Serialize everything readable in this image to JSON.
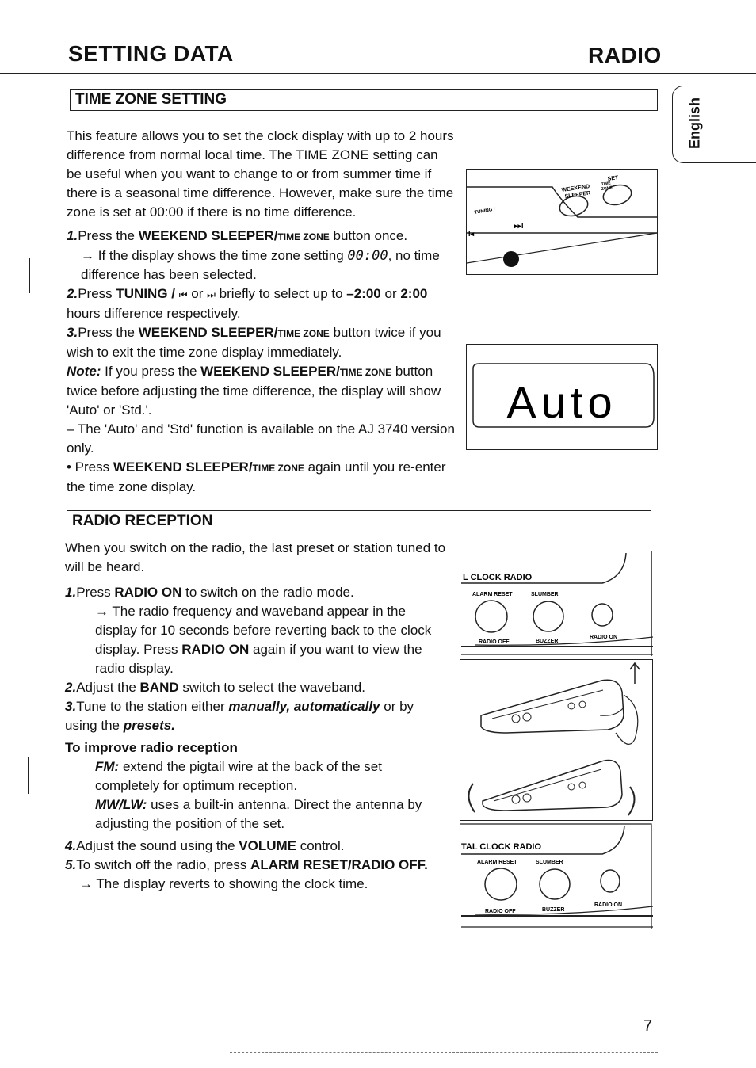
{
  "header": {
    "left": "SETTING DATA",
    "right": "RADIO"
  },
  "side_tab": {
    "label": "English"
  },
  "page_number": "7",
  "time_zone": {
    "title": "TIME ZONE SETTING",
    "intro": "This feature allows you to set the clock display with up to 2 hours difference from normal local time. The TIME ZONE setting can be useful when you want to change to or from summer time if there is a seasonal time difference. However, make sure the time zone is set at 00:00 if there is no time difference.",
    "s1_num": "1.",
    "s1_pre": "Press the ",
    "s1_key": "WEEKEND SLEEPER/",
    "s1_key_sc": "TIME ZONE",
    "s1_post": " button once.",
    "s1_res_pre": "→ If the display shows the time zone setting ",
    "s1_res_code": "00:00",
    "s1_res_post": ", no time difference has been selected.",
    "s2_num": "2.",
    "s2_pre": "Press ",
    "s2_key": "TUNING / ",
    "s2_prev": "⏮",
    "s2_or": " or ",
    "s2_next": "⏭",
    "s2_mid": " briefly to select up to ",
    "s2_v1": "–2:00",
    "s2_or2": " or ",
    "s2_v2": "2:00",
    "s2_post": " hours difference respectively.",
    "s3_num": "3.",
    "s3_pre": "Press the ",
    "s3_key": "WEEKEND SLEEPER/",
    "s3_key_sc": "TIME ZONE",
    "s3_post": " button twice if you wish to exit the time zone display immediately.",
    "note_label": "Note:",
    "note_pre": " If you press the ",
    "note_key": "WEEKEND SLEEPER/",
    "note_key_sc": "TIME ZONE",
    "note_post": " button twice before adjusting the time difference, the display will show 'Auto' or 'Std.'.",
    "dash_text": "– The 'Auto' and 'Std' function is available on the AJ 3740 version only.",
    "bullet_pre": "• Press ",
    "bullet_key": "WEEKEND SLEEPER/",
    "bullet_key_sc": "TIME ZONE",
    "bullet_post": " again until you re-enter the time zone display."
  },
  "radio": {
    "title": "RADIO RECEPTION",
    "intro": "When you switch on the radio, the last preset or station tuned to will be heard.",
    "s1_num": "1.",
    "s1_pre": "Press ",
    "s1_key": "RADIO ON",
    "s1_post": " to switch on the radio mode.",
    "s1_res_a": "→ The radio frequency and waveband appear in the display for 10 seconds before reverting back to the clock display. Press ",
    "s1_res_key": "RADIO ON",
    "s1_res_b": " again if you want to view the radio display.",
    "s2_num": "2.",
    "s2_pre": "Adjust the ",
    "s2_key": "BAND",
    "s2_post": " switch to select the waveband.",
    "s3_num": "3.",
    "s3_pre": "Tune to the station either ",
    "s3_em": "manually, automatically",
    "s3_mid": " or by using the ",
    "s3_em2": "presets.",
    "improve_title": "To improve radio reception",
    "fm_label": "FM:",
    "fm_text": " extend the pigtail wire at the back of the set completely for optimum reception.",
    "mw_label": "MW/LW:",
    "mw_text": " uses a built-in antenna. Direct the antenna by adjusting the position of the set.",
    "s4_num": "4.",
    "s4_pre": "Adjust the sound using the ",
    "s4_key": "VOLUME",
    "s4_post": " control.",
    "s5_num": "5.",
    "s5_pre": "To switch off the radio, press ",
    "s5_key": "ALARM RESET/RADIO OFF.",
    "s5_res": "→ The display reverts to showing the clock time."
  },
  "fig1": {
    "weekend": "WEEKEND",
    "sleeper": "SLEEPER",
    "time": "TIME",
    "zone": "ZONE",
    "set": "SET",
    "tuning": "TUNING /",
    "next": "▸▸I",
    "prev": "I◂"
  },
  "fig2": {
    "display": "Auto"
  },
  "fig3": {
    "title": "L CLOCK RADIO",
    "alarm_reset": "ALARM RESET",
    "slumber": "SLUMBER",
    "radio_off": "RADIO OFF",
    "buzzer": "BUZZER",
    "radio_on": "RADIO ON"
  },
  "fig5": {
    "title": "TAL CLOCK RADIO",
    "alarm_reset": "ALARM RESET",
    "slumber": "SLUMBER",
    "radio_off": "RADIO OFF",
    "buzzer": "BUZZER",
    "radio_on": "RADIO ON"
  }
}
